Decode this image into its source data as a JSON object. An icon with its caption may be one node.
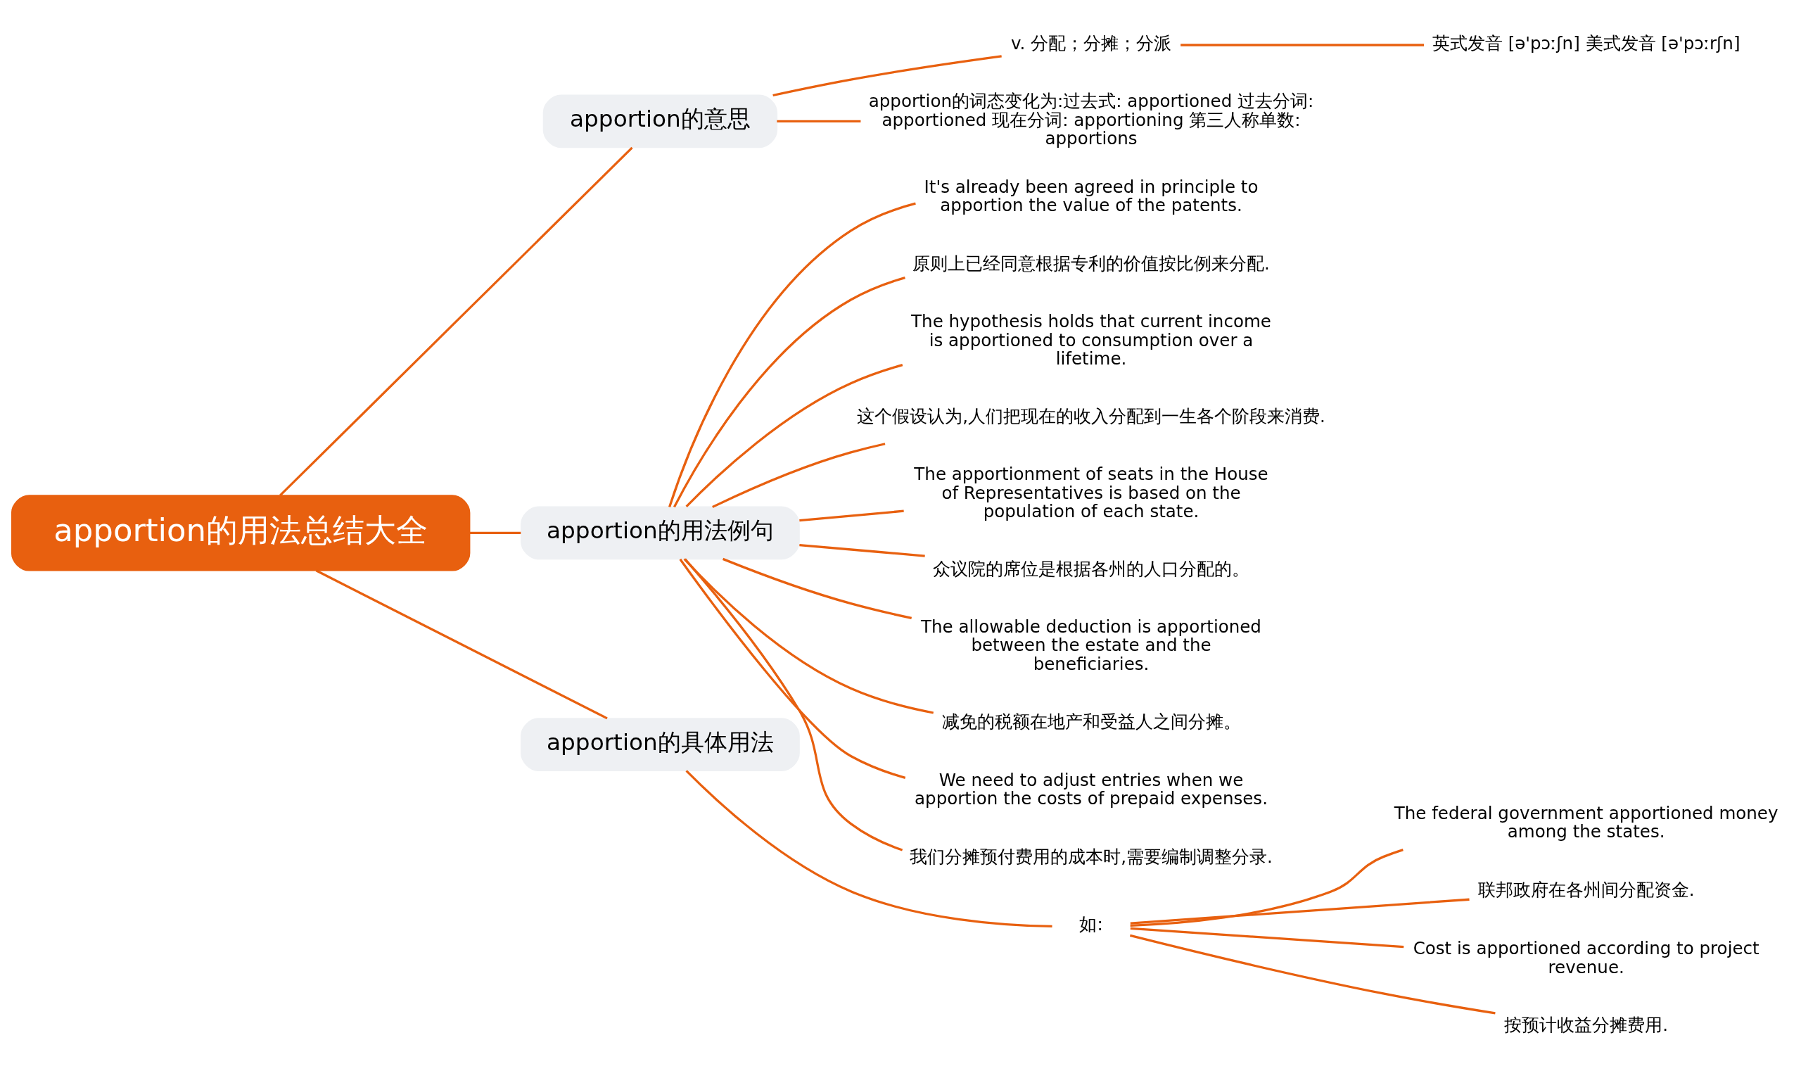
{
  "diagram": {
    "nodes": [
      {
        "text": [
          "apportion的用法总结大全"
        ]
      },
      {
        "text": [
          "apportion的意思"
        ]
      },
      {
        "text": [
          "v. 分配；分摊；分派"
        ]
      },
      {
        "text": [
          "英式发音 [ə'pɔːʃn] 美式发音 [ə'pɔːrʃn]"
        ]
      },
      {
        "text": [
          "apportion的词态变化为:过去式: apportioned 过去分词: apportioned 现在分词: apportioning 第三人称单数: apportions"
        ]
      },
      {
        "text": [
          "apportion的用法例句"
        ]
      },
      {
        "text": [
          "It's already been agreed in principle to apportion the value of the patents."
        ]
      },
      {
        "text": [
          "原则上已经同意根据专利的价值按比例来分配."
        ]
      },
      {
        "text": [
          "The hypothesis holds that current income  is apportioned to consumption over a lifetime."
        ]
      },
      {
        "text": [
          "这个假设认为,人们把现在的收入分配到一生各个阶段来消费."
        ]
      },
      {
        "text": [
          "The apportionment of seats in the House of Representatives is based on the population of each state."
        ]
      },
      {
        "text": [
          "众议院的席位是根据各州的人口分配的。"
        ]
      },
      {
        "text": [
          "The allowable deduction is apportioned between the estate and the beneficiaries."
        ]
      },
      {
        "text": [
          "减免的税额在地产和受益人之间分摊。"
        ]
      },
      {
        "text": [
          "We need to adjust entries when we apportion the costs of prepaid expenses."
        ]
      },
      {
        "text": [
          "我们分摊预付费用的成本时,需要编制调整分录."
        ]
      },
      {
        "text": [
          "apportion的具体用法"
        ]
      },
      {
        "text": [
          "如:"
        ]
      },
      {
        "text": [
          "The federal government apportioned money among the states."
        ]
      },
      {
        "text": [
          "联邦政府在各州间分配资金."
        ]
      },
      {
        "text": [
          "Cost is apportioned according to project revenue."
        ]
      },
      {
        "text": [
          "按预计收益分摊费用."
        ]
      }
    ],
    "edges": [
      {
        "from": 0,
        "to": 1,
        "arrow": "none"
      },
      {
        "from": 1,
        "to": 2,
        "arrow": "none"
      },
      {
        "from": 2,
        "to": 3,
        "arrow": "none"
      },
      {
        "from": 1,
        "to": 4,
        "arrow": "none"
      },
      {
        "from": 0,
        "to": 5,
        "arrow": "none"
      },
      {
        "from": 5,
        "to": 6,
        "arrow": "none"
      },
      {
        "from": 5,
        "to": 7,
        "arrow": "none"
      },
      {
        "from": 5,
        "to": 8,
        "arrow": "none"
      },
      {
        "from": 5,
        "to": 9,
        "arrow": "none"
      },
      {
        "from": 5,
        "to": 10,
        "arrow": "none"
      },
      {
        "from": 5,
        "to": 11,
        "arrow": "none"
      },
      {
        "from": 5,
        "to": 12,
        "arrow": "none"
      },
      {
        "from": 5,
        "to": 13,
        "arrow": "none"
      },
      {
        "from": 5,
        "to": 14,
        "arrow": "none"
      },
      {
        "from": 5,
        "to": 15,
        "arrow": "none"
      },
      {
        "from": 0,
        "to": 16,
        "arrow": "none"
      },
      {
        "from": 16,
        "to": 17,
        "arrow": "none"
      },
      {
        "from": 17,
        "to": 18,
        "arrow": "none"
      },
      {
        "from": 17,
        "to": 19,
        "arrow": "none"
      },
      {
        "from": 17,
        "to": 20,
        "arrow": "none"
      },
      {
        "from": 17,
        "to": 21,
        "arrow": "none"
      }
    ]
  }
}
